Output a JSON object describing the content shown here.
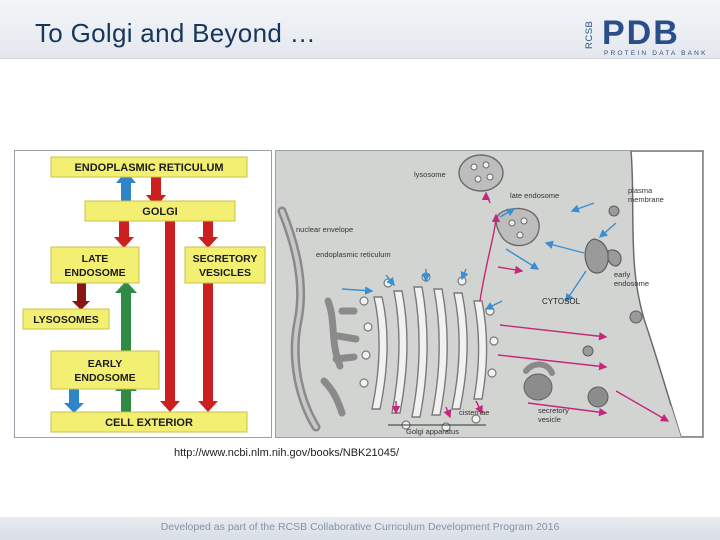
{
  "slide": {
    "title": "To Golgi and Beyond …",
    "source_url": "http://www.ncbi.nlm.nih.gov/books/NBK21045/",
    "footer": "Developed as part of the RCSB Collaborative Curriculum Development Program 2016"
  },
  "logo": {
    "org": "RCSB",
    "name": "PDB",
    "subtitle": "PROTEIN DATA BANK"
  },
  "flow_diagram": {
    "boxes": {
      "er": "ENDOPLASMIC RETICULUM",
      "golgi": "GOLGI",
      "late_endosome_1": "LATE",
      "late_endosome_2": "ENDOSOME",
      "secretory_1": "SECRETORY",
      "secretory_2": "VESICLES",
      "lysosomes": "LYSOSOMES",
      "early_endosome_1": "EARLY",
      "early_endosome_2": "ENDOSOME",
      "cell_exterior": "CELL EXTERIOR"
    },
    "colors": {
      "box": "#f2ef73",
      "red": "#cc1f1f",
      "blue": "#2e86c9",
      "green": "#2f8a43"
    }
  },
  "cell_diagram": {
    "labels": {
      "lysosome": "lysosome",
      "late_endosome": "late endosome",
      "plasma_membrane_1": "plasma",
      "plasma_membrane_2": "membrane",
      "nuclear_envelope": "nuclear envelope",
      "er": "endoplasmic reticulum",
      "early_endosome_1": "early",
      "early_endosome_2": "endosome",
      "cytosol": "CYTOSOL",
      "cisternae": "cisternae",
      "secretory_vesicle_1": "secretory",
      "secretory_vesicle_2": "vesicle",
      "golgi_apparatus": "Golgi apparatus"
    },
    "colors": {
      "background": "#d2d4d2",
      "pink": "#c4287d",
      "blue": "#3a8fd0",
      "exterior": "#ffffff"
    }
  }
}
